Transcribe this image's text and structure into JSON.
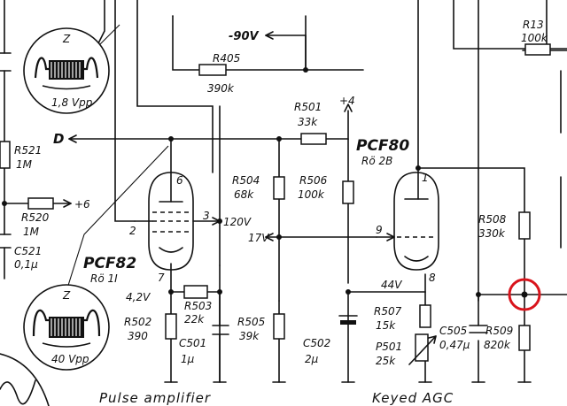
{
  "labels": {
    "minus90v": "-90V",
    "r405": "R405",
    "r405_val": "390k",
    "r13": "R13",
    "r13_val": "100k",
    "r501": "R501",
    "r501_val": "33k",
    "plus4": "+4",
    "pcf80": "PCF80",
    "pcf80_ref": "Rö 2B",
    "d_out": "D",
    "r521": "R521",
    "r521_val": "1M",
    "r520": "R520",
    "r520_val": "1M",
    "plus6": "+6",
    "c521": "C521",
    "c521_val": "0,1µ",
    "r504": "R504",
    "r504_val": "68k",
    "r506": "R506",
    "r506_val": "100k",
    "v120": "120V",
    "v17": "17V",
    "pin6": "6",
    "pin3": "3",
    "pin2": "2",
    "pin7_left": "7",
    "pin1": "1",
    "pin9": "9",
    "pin8": "8",
    "pcf82": "PCF82",
    "pcf82_ref": "Rö 1I",
    "v42": "4,2V",
    "v44": "44V",
    "r502": "R502",
    "r502_val": "390",
    "r503": "R503",
    "r503_val": "22k",
    "c501": "C501",
    "c501_val": "1µ",
    "r505": "R505",
    "r505_val": "39k",
    "c502": "C502",
    "c502_val": "2µ",
    "r507": "R507",
    "r507_val": "15k",
    "p501": "P501",
    "p501_val": "25k",
    "c505": "C505",
    "c505_val": "0,47µ",
    "r509": "R509",
    "r509_val": "820k",
    "r508": "R508",
    "r508_val": "330k",
    "scope_top_z": "Z",
    "scope_top_vpp": "1,8 Vpp",
    "scope_bottom_z": "Z",
    "scope_bottom_vpp": "40 Vpp",
    "caption_left": "Pulse  amplifier",
    "caption_right": "Keyed  AGC"
  },
  "highlight_color": "#d9141c",
  "ink_color": "#111111"
}
